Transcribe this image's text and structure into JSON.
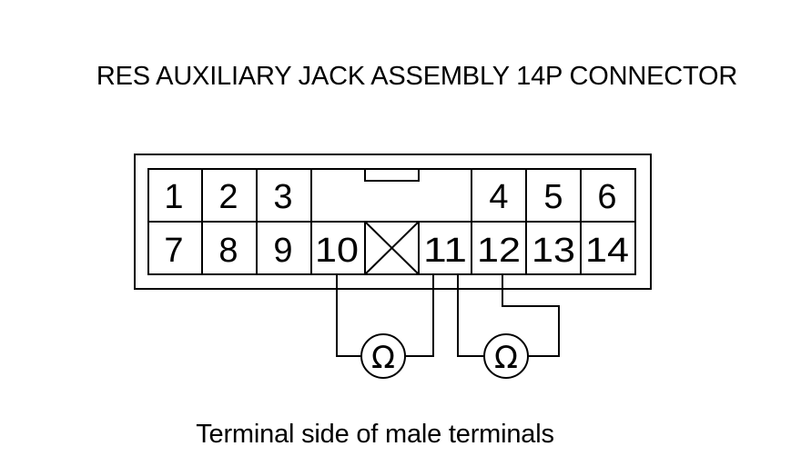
{
  "title": "RES AUXILIARY JACK ASSEMBLY 14P CONNECTOR",
  "caption": "Terminal side of male terminals",
  "connector": {
    "top_row": [
      "1",
      "2",
      "3",
      "",
      "",
      "4",
      "5",
      "6"
    ],
    "bottom_row": [
      "7",
      "8",
      "9",
      "10",
      "",
      "11",
      "12",
      "13",
      "14"
    ]
  },
  "meters": [
    {
      "symbol": "Ω",
      "from_terminal": "10",
      "to_terminal": "11"
    },
    {
      "symbol": "Ω",
      "from_terminal": "11",
      "to_terminal": "12"
    }
  ]
}
